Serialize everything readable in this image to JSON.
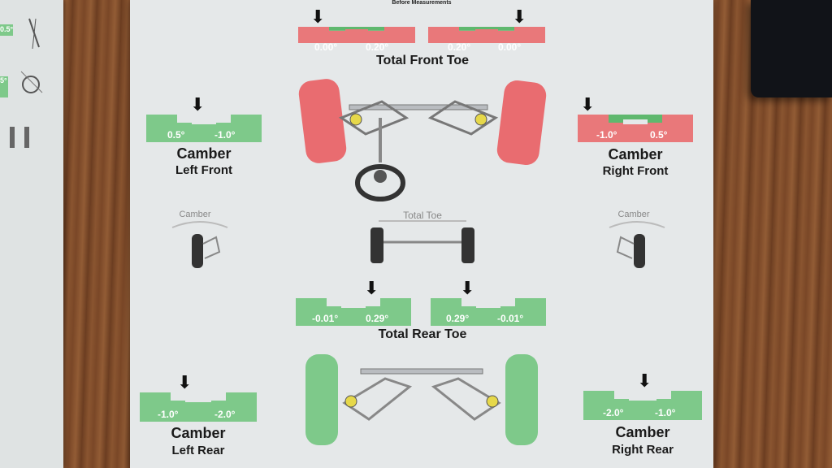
{
  "header": "Before Measurements",
  "colors": {
    "red": "#e9787a",
    "green": "#7ec98a",
    "wood": "#7a4a2a",
    "paper": "#e5e8e9"
  },
  "front_toe": {
    "title": "Total Front Toe",
    "left": {
      "a": "0.00°",
      "b": "0.20°"
    },
    "right": {
      "a": "0.20°",
      "b": "0.00°"
    }
  },
  "camber_lf": {
    "title": "Camber",
    "subtitle": "Left Front",
    "a": "0.5°",
    "b": "-1.0°"
  },
  "camber_rf": {
    "title": "Camber",
    "subtitle": "Right Front",
    "a": "-1.0°",
    "b": "0.5°"
  },
  "diagram_labels": {
    "camber_left": "Camber",
    "camber_right": "Camber",
    "total_toe": "Total Toe"
  },
  "rear_toe": {
    "title": "Total Rear Toe",
    "left": {
      "a": "-0.01°",
      "b": "0.29°"
    },
    "right": {
      "a": "0.29°",
      "b": "-0.01°"
    }
  },
  "camber_lr": {
    "title": "Camber",
    "subtitle": "Left Rear",
    "a": "-1.0°",
    "b": "-2.0°"
  },
  "camber_rr": {
    "title": "Camber",
    "subtitle": "Right Rear",
    "a": "-2.0°",
    "b": "-1.0°"
  },
  "side_sheet": {
    "v1": "0.5°",
    "v2": "5°"
  }
}
